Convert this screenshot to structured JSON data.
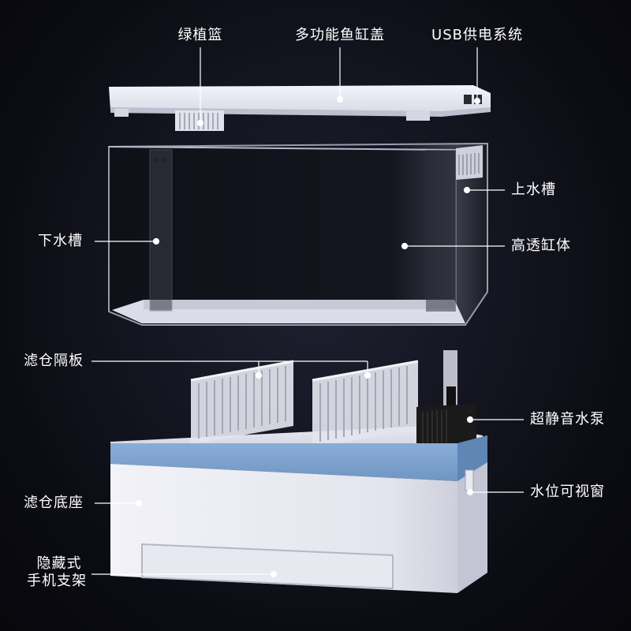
{
  "labels": {
    "plant_basket": "绿植篮",
    "multi_lid": "多功能鱼缸盖",
    "usb_power": "USB供电系统",
    "upper_tank": "上水槽",
    "lower_tank": "下水槽",
    "clear_body": "高透缸体",
    "filter_partition": "滤仓隔板",
    "quiet_pump": "超静音水泵",
    "filter_base": "滤仓底座",
    "level_window": "水位可视窗",
    "phone_stand_line1": "隐藏式",
    "phone_stand_line2": "手机支架"
  },
  "colors": {
    "background": "#0c0d14",
    "lid": "#e6e6f2",
    "base_band": "#7ea3cf",
    "base_body": "#ececf4",
    "pump": "#1a1a1a"
  }
}
